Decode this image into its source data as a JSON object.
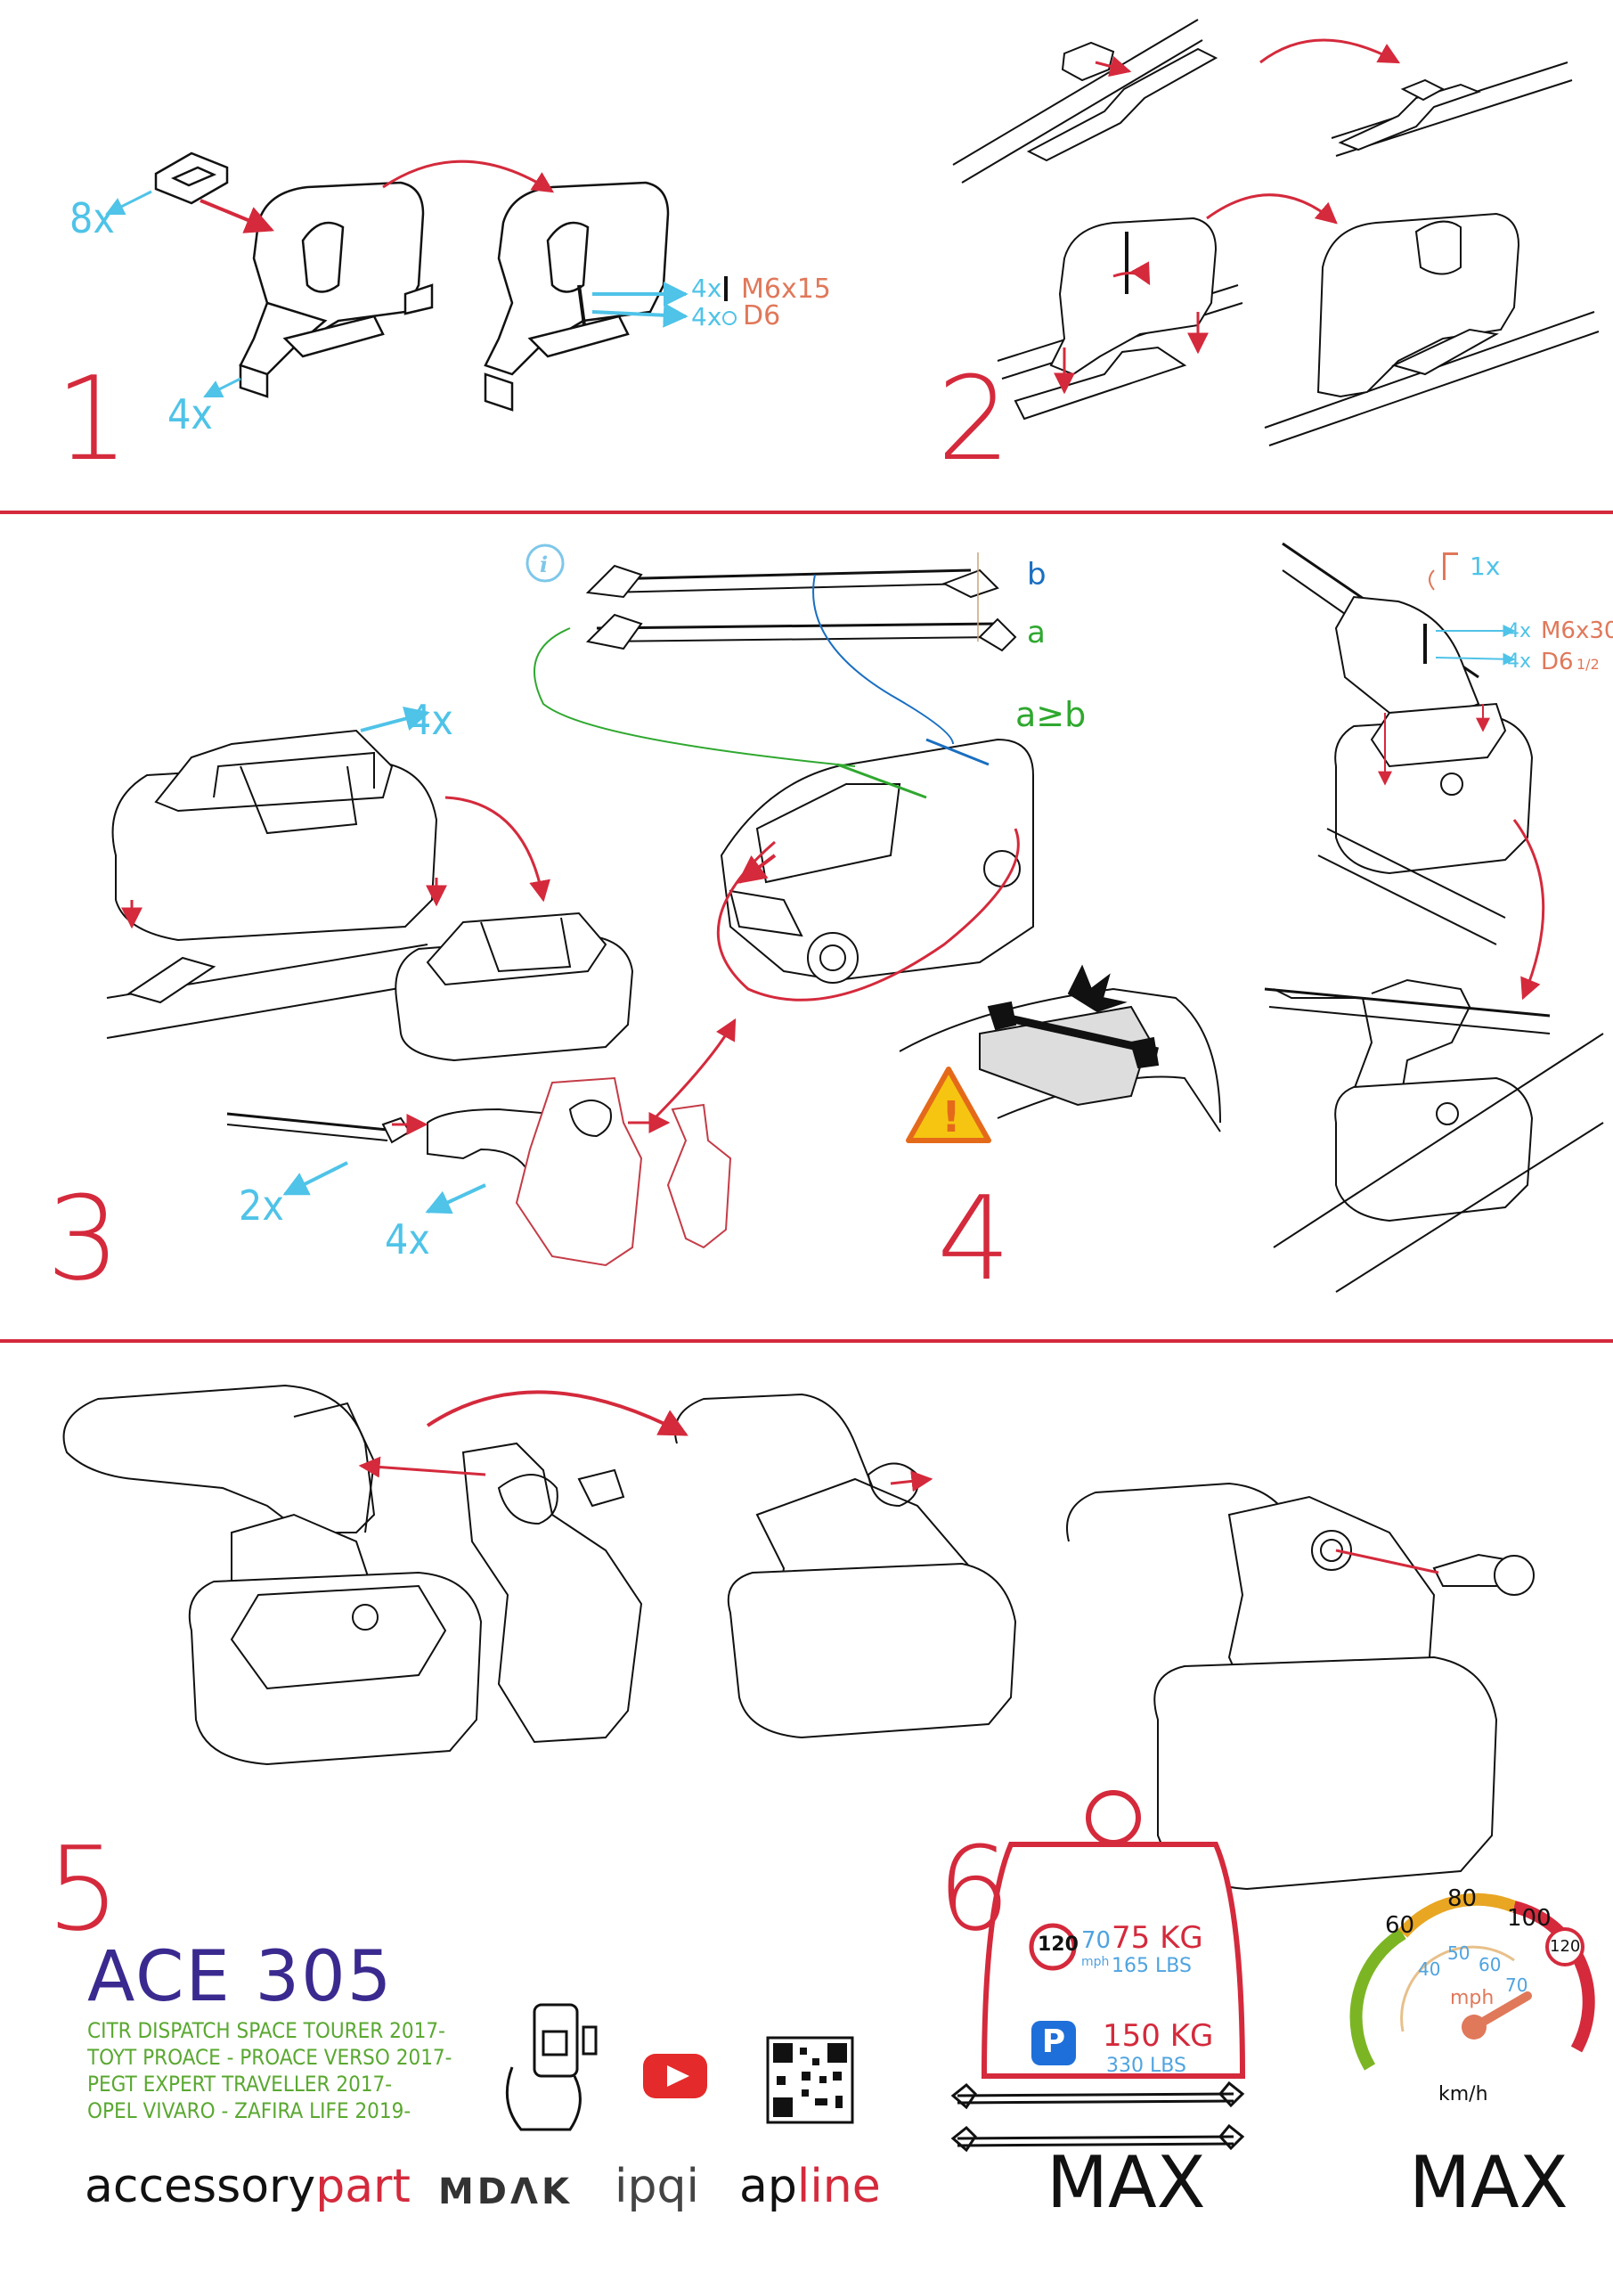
{
  "steps": {
    "s1": "1",
    "s2": "2",
    "s3": "3",
    "s4": "4",
    "s5": "5",
    "s6": "6"
  },
  "step1": {
    "qty_clips": "8x",
    "qty_pads": "4x",
    "qty_bolt": "4x",
    "bolt": "M6x15",
    "qty_washer": "4x",
    "washer": "D6"
  },
  "step3": {
    "label_b": "b",
    "label_a": "a",
    "rule": "a≥b",
    "qty_top": "4x",
    "qty_end": "2x",
    "qty_cover": "4x",
    "info_icon": "info-icon"
  },
  "step4": {
    "qty_key": "1x",
    "qty_bolt": "4x",
    "bolt": "M6x30",
    "qty_washer": "4x",
    "washer": "D6",
    "washer_suffix": "1/2"
  },
  "product": {
    "model": "ACE 305",
    "vehicles": [
      "CITR DISPATCH SPACE TOURER 2017-",
      "TOYT PROACE - PROACE VERSO 2017-",
      "PEGT EXPERT TRAVELLER 2017-",
      "OPEL VIVARO - ZAFIRA LIFE 2019-"
    ]
  },
  "brands": {
    "accessory": "accessory",
    "part": "part",
    "mdak": "MDΛK",
    "ipqi": "ipqi",
    "ap": "ap",
    "line": "line"
  },
  "load": {
    "speed_limit": "120",
    "speed_mph": "70",
    "mph_unit": "mph",
    "drive_kg": "75 KG",
    "drive_lbs": "165 LBS",
    "parking": "P",
    "park_kg": "150 KG",
    "park_lbs": "330 LBS",
    "max_label": "MAX"
  },
  "speedometer": {
    "kmh": [
      "60",
      "80",
      "100"
    ],
    "mph": [
      "40",
      "50",
      "60",
      "70"
    ],
    "limit": "120",
    "mph_unit": "mph",
    "kmh_unit": "km/h",
    "max_label": "MAX"
  },
  "colors": {
    "accent_red": "#d42a3c",
    "qty_blue": "#4fc3e8",
    "part_orange": "#e0785a",
    "model_purple": "#3a2a8f",
    "vehicle_green": "#5aa831"
  }
}
